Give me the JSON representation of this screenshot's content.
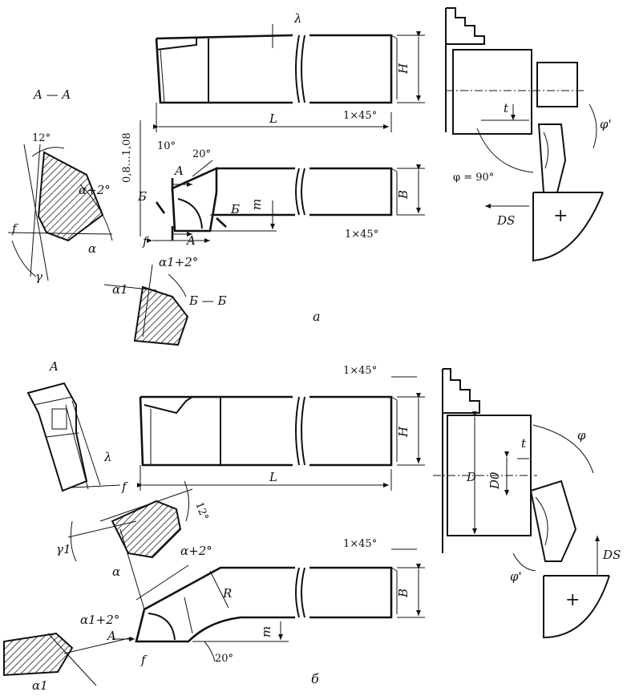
{
  "figure_a": {
    "section_AA": "A — A",
    "section_BB": "Б — Б",
    "angle_12": "12°",
    "angle_10": "10°",
    "angle_20": "20°",
    "range_08_108": "0,8…1,08",
    "alpha_tol": "α+2°",
    "alpha": "α",
    "alpha1_tol": "α1+2°",
    "alpha1": "α1",
    "gamma": "γ",
    "f": "f",
    "lambda": "λ",
    "H": "H",
    "L": "L",
    "B": "B",
    "m": "m",
    "A_mark": "A",
    "B_mark": "Б",
    "chamfer_top": "1×45°",
    "chamfer_bottom": "1×45°",
    "t": "t",
    "phi_prime": "φ'",
    "phi90": "φ = 90°",
    "Ds": "DS",
    "plus": "+",
    "caption": "а"
  },
  "figure_b": {
    "view_A": "A",
    "lambda": "λ",
    "f": "f",
    "angle_12": "12°",
    "gamma1": "γ1",
    "alpha": "α",
    "alpha_tol": "α+2°",
    "alpha1_tol": "α1+2°",
    "alpha1": "α1",
    "A_arrow": "A",
    "angle_20": "20°",
    "R": "R",
    "m": "m",
    "H": "H",
    "L": "L",
    "B": "B",
    "chamfer_top": "1×45°",
    "chamfer_mid": "1×45°",
    "D": "D",
    "D0": "D0",
    "t": "t",
    "phi": "φ",
    "phi_prime": "φ'",
    "Ds": "DS",
    "plus": "+",
    "caption": "б"
  }
}
